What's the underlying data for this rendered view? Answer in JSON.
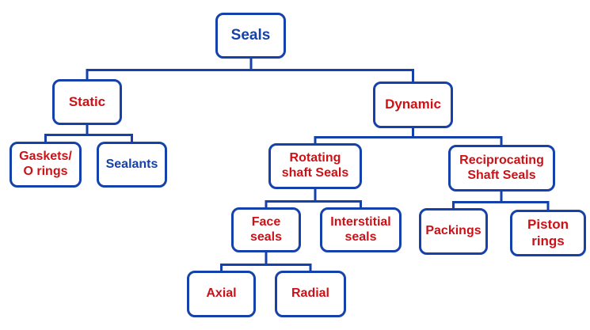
{
  "diagram_title": "Seals",
  "colors": {
    "blue": "#1441aa",
    "red": "#cc1117",
    "background": "#ffffff"
  },
  "tree": {
    "label": "Seals",
    "color": "blue",
    "children": [
      {
        "label": "Static",
        "color": "red",
        "children": [
          {
            "label": "Gaskets/\nO rings",
            "color": "red",
            "children": []
          },
          {
            "label": "Sealants",
            "color": "blue",
            "children": []
          }
        ]
      },
      {
        "label": "Dynamic",
        "color": "red",
        "children": [
          {
            "label": "Rotating\nshaft Seals",
            "color": "red",
            "children": [
              {
                "label": "Face\nseals",
                "color": "red",
                "children": [
                  {
                    "label": "Axial",
                    "color": "red",
                    "children": []
                  },
                  {
                    "label": "Radial",
                    "color": "red",
                    "children": []
                  }
                ]
              },
              {
                "label": "Interstitial\nseals",
                "color": "red",
                "children": []
              }
            ]
          },
          {
            "label": "Reciprocating\nShaft Seals",
            "color": "red",
            "children": [
              {
                "label": "Packings",
                "color": "red",
                "children": []
              },
              {
                "label": "Piston\nrings",
                "color": "red",
                "children": []
              }
            ]
          }
        ]
      }
    ]
  }
}
